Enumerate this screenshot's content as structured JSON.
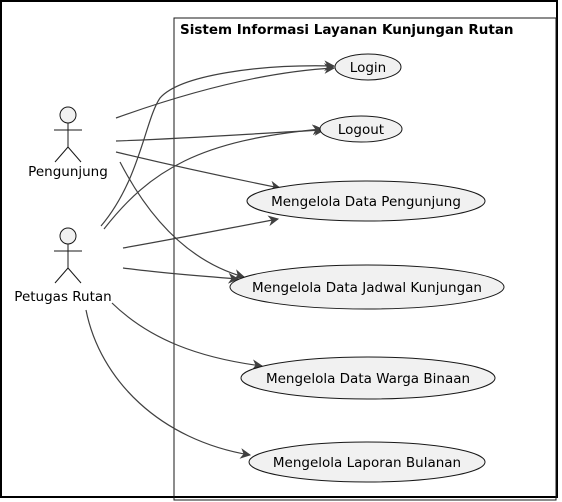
{
  "system": {
    "title": "Sistem Informasi Layanan Kunjungan Rutan"
  },
  "actors": [
    {
      "id": "pengunjung",
      "label": "Pengunjung"
    },
    {
      "id": "petugas",
      "label": "Petugas Rutan"
    }
  ],
  "use_cases": [
    {
      "id": "login",
      "label": "Login"
    },
    {
      "id": "logout",
      "label": "Logout"
    },
    {
      "id": "pengunjung_data",
      "label": "Mengelola Data Pengunjung"
    },
    {
      "id": "jadwal",
      "label": "Mengelola Data Jadwal Kunjungan"
    },
    {
      "id": "warga",
      "label": "Mengelola Data Warga Binaan"
    },
    {
      "id": "laporan",
      "label": "Mengelola Laporan Bulanan"
    }
  ],
  "associations": [
    {
      "from": "pengunjung",
      "to": "login"
    },
    {
      "from": "pengunjung",
      "to": "logout"
    },
    {
      "from": "pengunjung",
      "to": "pengunjung_data"
    },
    {
      "from": "pengunjung",
      "to": "jadwal"
    },
    {
      "from": "petugas",
      "to": "login"
    },
    {
      "from": "petugas",
      "to": "logout"
    },
    {
      "from": "petugas",
      "to": "pengunjung_data"
    },
    {
      "from": "petugas",
      "to": "jadwal"
    },
    {
      "from": "petugas",
      "to": "warga"
    },
    {
      "from": "petugas",
      "to": "laporan"
    }
  ],
  "colors": {
    "use_case_fill": "#f1f1f1",
    "stroke": "#181818",
    "edge": "#404040"
  }
}
